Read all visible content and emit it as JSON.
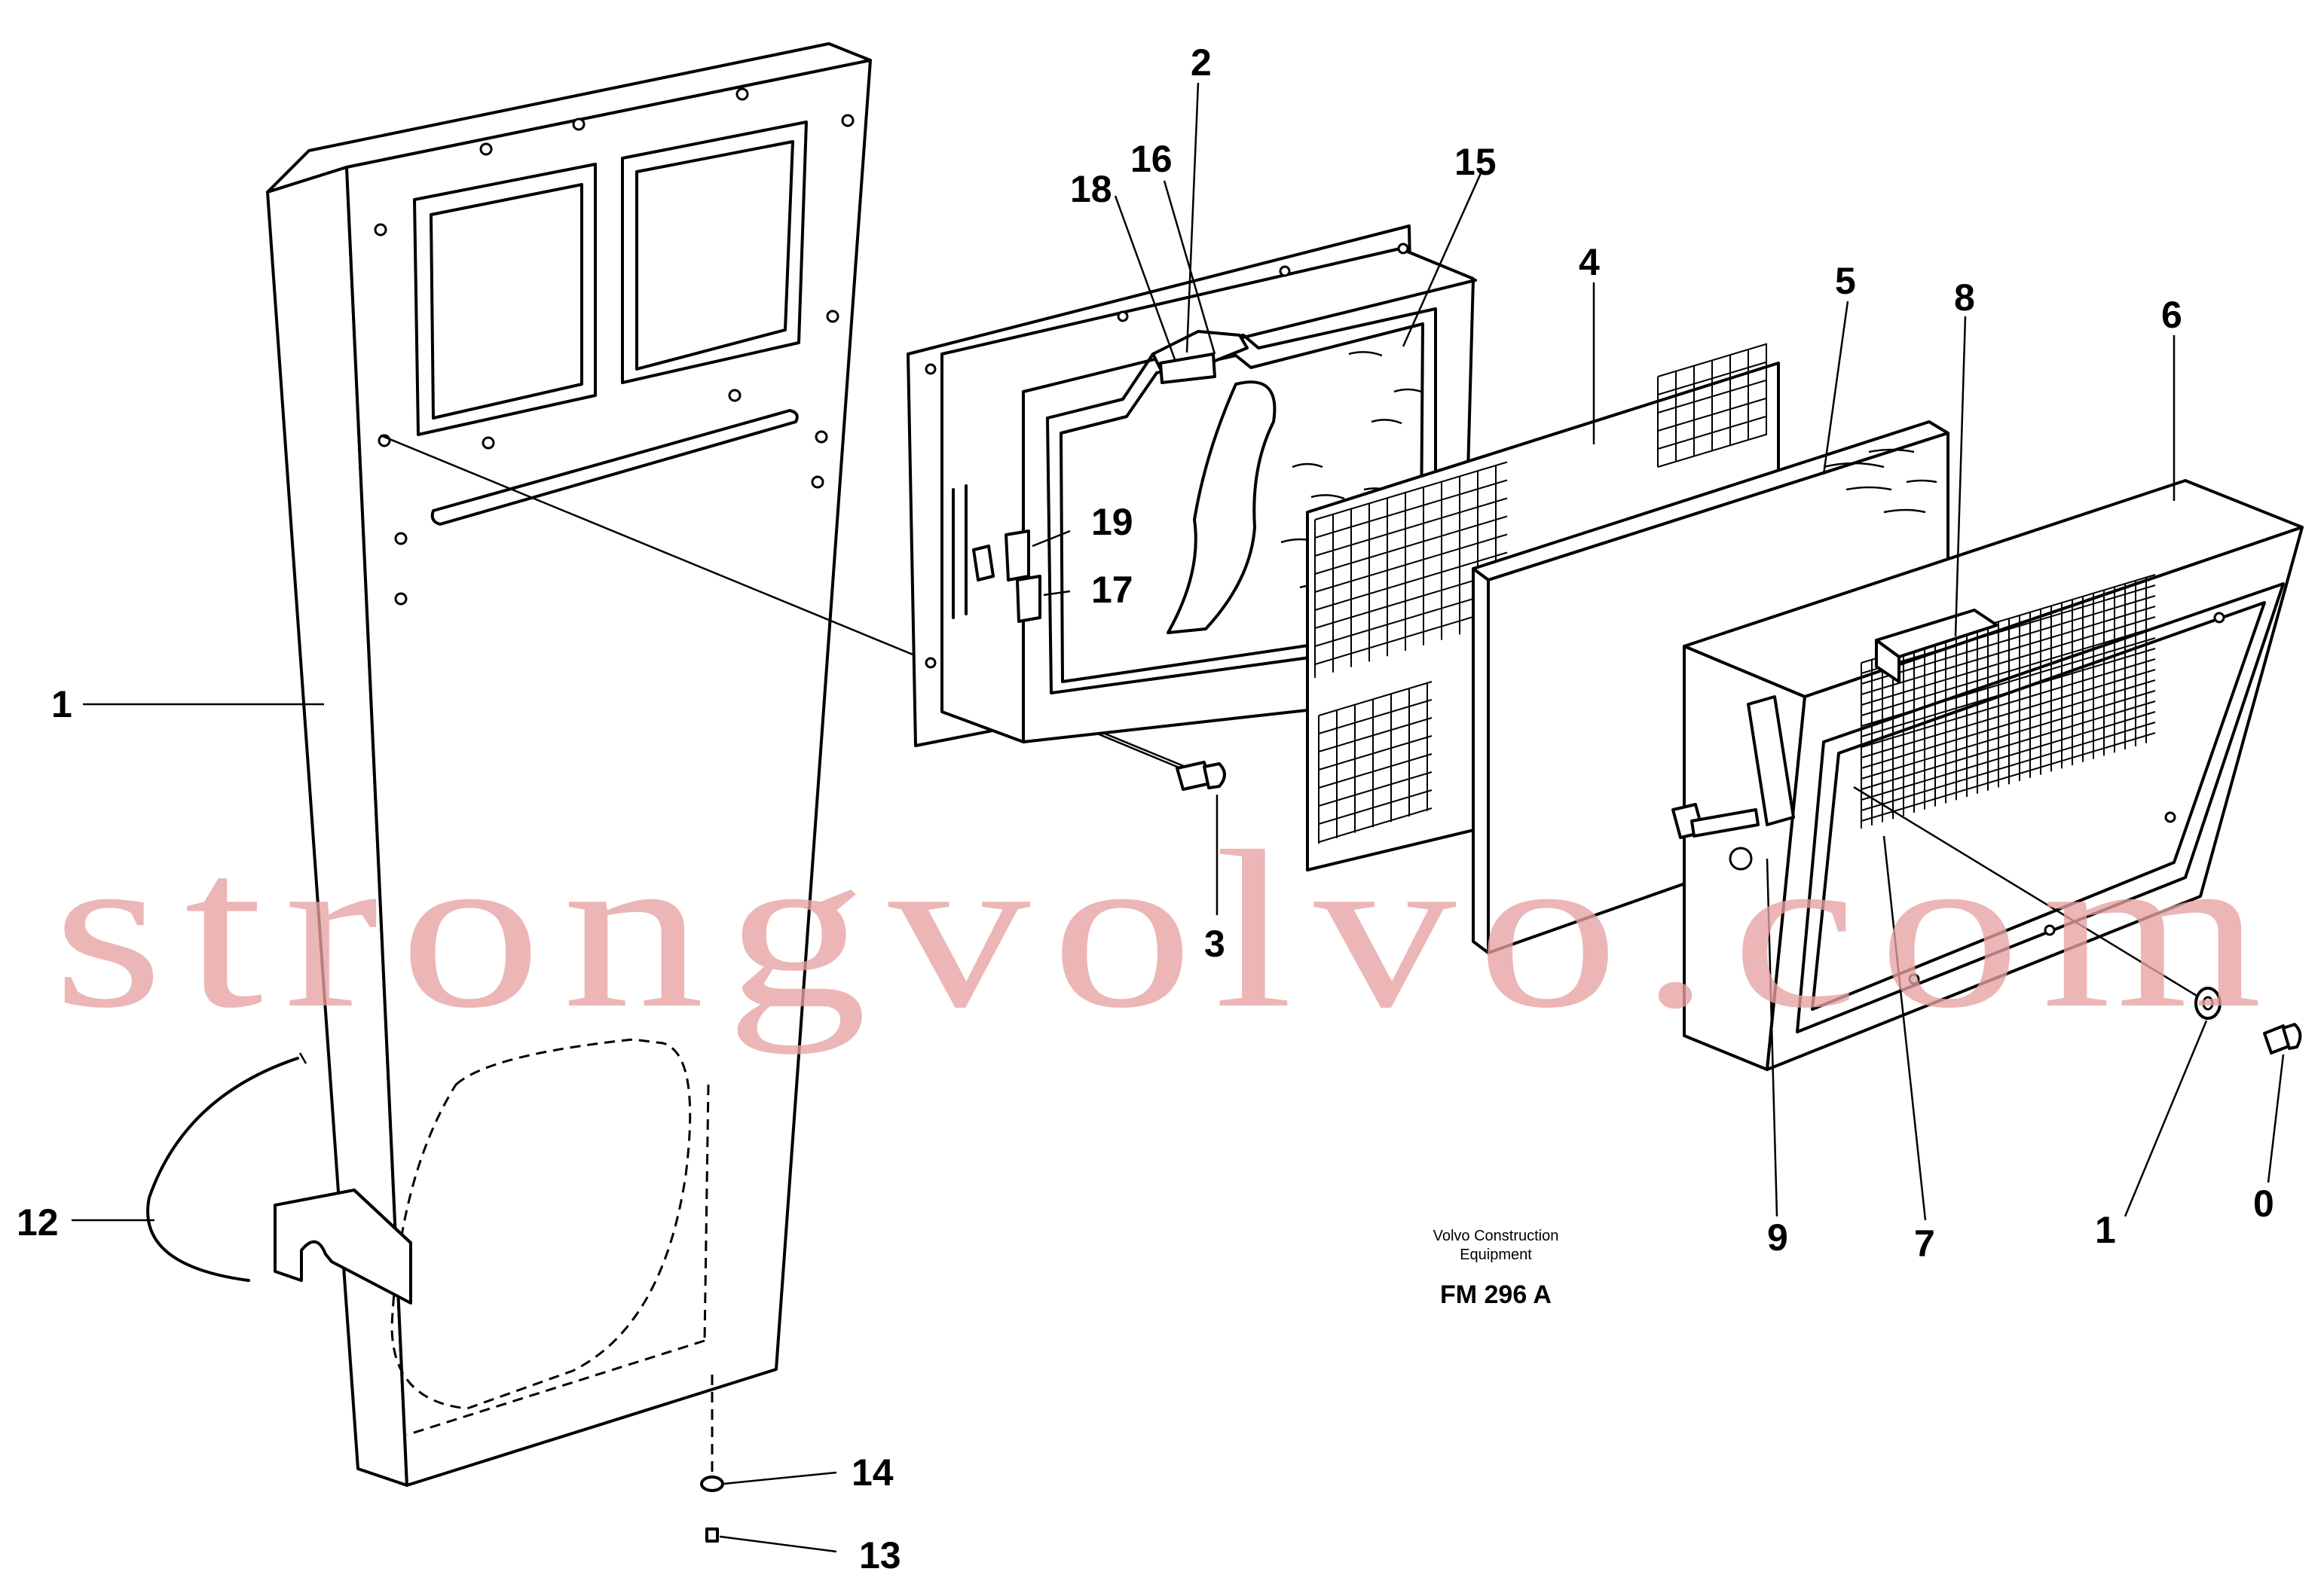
{
  "diagram": {
    "watermark": "strongvolvo.com",
    "caption": {
      "line1": "Volvo Construction",
      "line2": "Equipment",
      "code": "FM 296 A"
    },
    "callouts": [
      {
        "id": "c1",
        "text": "1"
      },
      {
        "id": "c2",
        "text": "2"
      },
      {
        "id": "c3",
        "text": "3"
      },
      {
        "id": "c4",
        "text": "4"
      },
      {
        "id": "c5",
        "text": "5"
      },
      {
        "id": "c6",
        "text": "6"
      },
      {
        "id": "c7",
        "text": "7"
      },
      {
        "id": "c8",
        "text": "8"
      },
      {
        "id": "c9",
        "text": "9"
      },
      {
        "id": "c10",
        "text": "0"
      },
      {
        "id": "c11",
        "text": "1"
      },
      {
        "id": "c12",
        "text": "12"
      },
      {
        "id": "c13",
        "text": "13"
      },
      {
        "id": "c14",
        "text": "14"
      },
      {
        "id": "c15",
        "text": "15"
      },
      {
        "id": "c16",
        "text": "16"
      },
      {
        "id": "c17",
        "text": "17"
      },
      {
        "id": "c18",
        "text": "18"
      },
      {
        "id": "c19",
        "text": "19"
      }
    ]
  }
}
